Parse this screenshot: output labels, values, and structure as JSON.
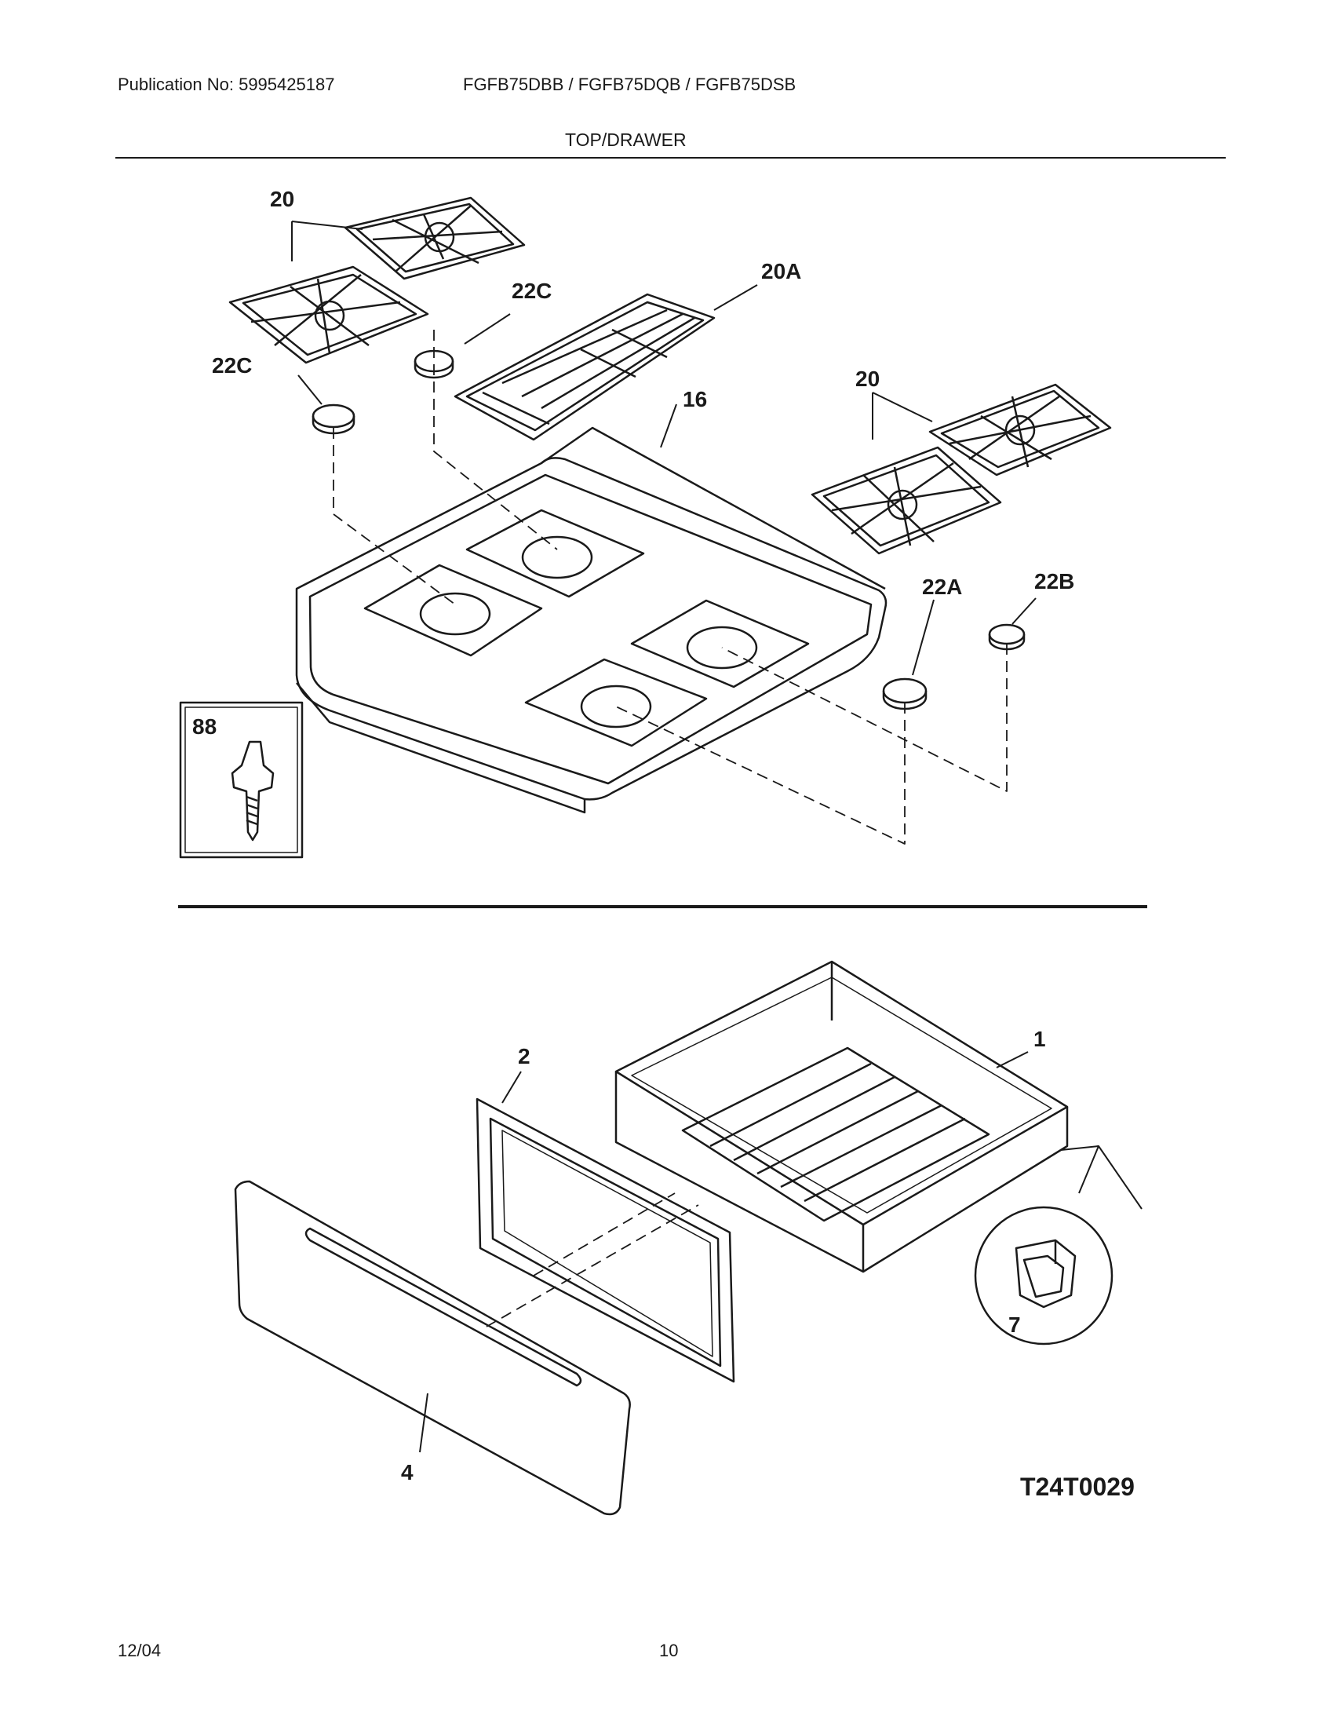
{
  "header": {
    "publication_no": "Publication No: 5995425187",
    "models": "FGFB75DBB / FGFB75DQB / FGFB75DSB",
    "section_title": "TOP/DRAWER"
  },
  "callouts": {
    "grates_left": "20",
    "grates_right": "20",
    "grate_center": "20A",
    "cap_22c_upper": "22C",
    "cap_22c_lower": "22C",
    "top": "16",
    "cap_22a": "22A",
    "cap_22b": "22B",
    "screw": "88",
    "drawer_body": "1",
    "drawer_liner": "2",
    "drawer_front": "4",
    "clip": "7"
  },
  "diagram_code": "T24T0029",
  "footer": {
    "date": "12/04",
    "page": "10"
  }
}
